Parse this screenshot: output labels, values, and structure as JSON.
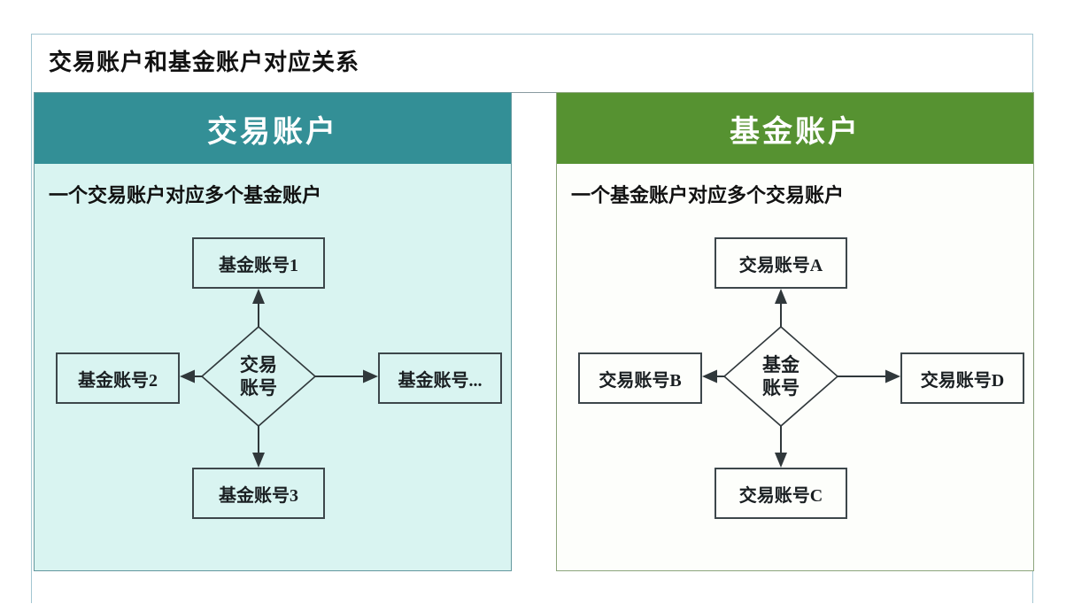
{
  "title": "交易账户和基金账户对应关系",
  "panels": [
    {
      "id": "trading-account",
      "header": "交易账户",
      "subtitle": "一个交易账户对应多个基金账户",
      "header_color": "#338f96",
      "body_color": "#d9f4f1",
      "border_color": "#64989e",
      "diamond": {
        "line1": "交易",
        "line2": "账号"
      },
      "nodes": {
        "top": "基金账号1",
        "left": "基金账号2",
        "right": "基金账号...",
        "bottom": "基金账号3"
      }
    },
    {
      "id": "fund-account",
      "header": "基金账户",
      "subtitle": "一个基金账户对应多个交易账户",
      "header_color": "#569231",
      "body_color": "#fdfefb",
      "border_color": "#8ca57c",
      "diamond": {
        "line1": "基金",
        "line2": "账号"
      },
      "nodes": {
        "top": "交易账号A",
        "left": "交易账号B",
        "right": "交易账号D",
        "bottom": "交易账号C"
      }
    }
  ],
  "colors": {
    "frame_border": "#a3c6d2",
    "teal_header": "#338f96",
    "green_header": "#569231",
    "cyan_body": "#d9f4f1",
    "box_border": "#3d474b",
    "arrow": "#30383b",
    "title_text": "#111111",
    "header_text": "#ffffff"
  }
}
